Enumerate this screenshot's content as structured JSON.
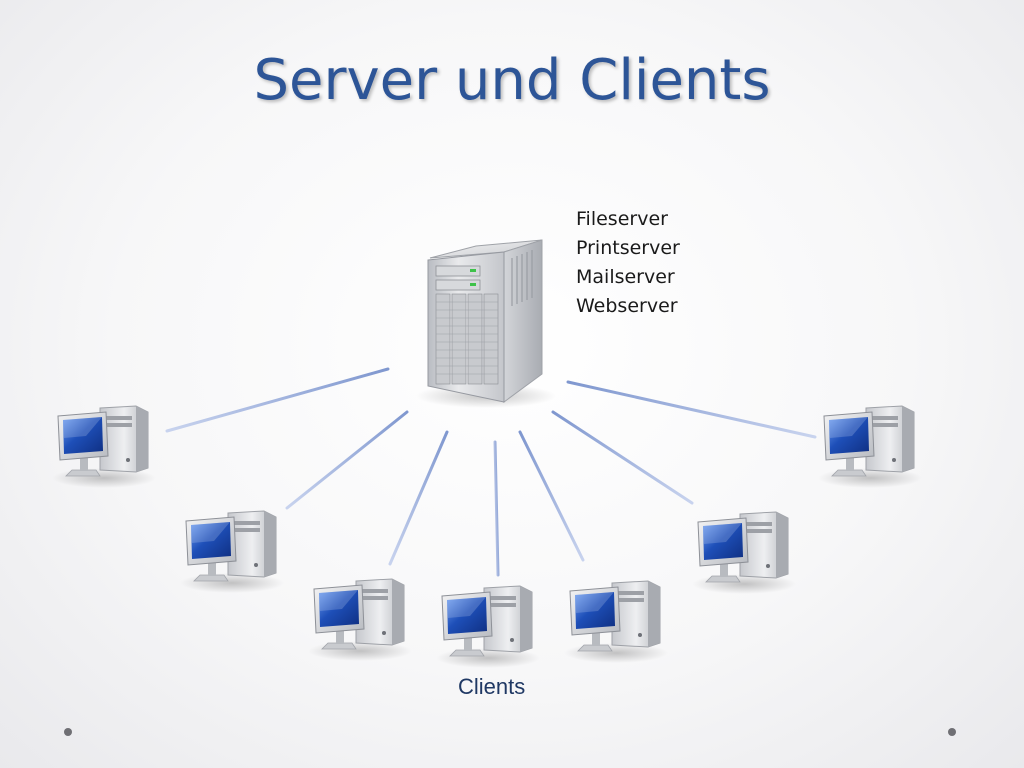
{
  "slide": {
    "title": "Server und Clients",
    "clients_label": "Clients"
  },
  "server": {
    "icon": "server-tower-icon",
    "roles": [
      "Fileserver",
      "Printserver",
      "Mailserver",
      "Webserver"
    ]
  },
  "clients": {
    "icon": "desktop-computer-icon",
    "count": 7
  },
  "colors": {
    "title": "#2d5597",
    "connection_line": "#8fa6d6",
    "screen": "#1e4fb8",
    "case": "#d9dadd"
  }
}
